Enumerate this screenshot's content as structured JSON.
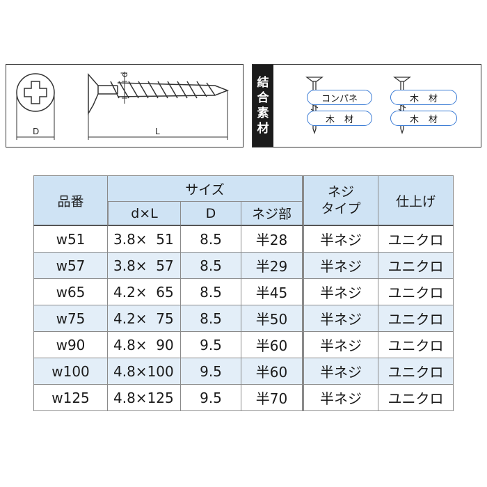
{
  "diagram": {
    "label_d": "d",
    "label_D": "D",
    "label_L": "L"
  },
  "materials": {
    "heading": [
      "結",
      "合",
      "素",
      "材"
    ],
    "left_pair": [
      "コンパネ",
      "木材"
    ],
    "right_pair": [
      "木材",
      "木材"
    ]
  },
  "table": {
    "headers": {
      "product": "品番",
      "size": "サイズ",
      "dxl": "d×L",
      "D": "D",
      "thread": "ネジ部",
      "thread_type": "ネジ\nタイプ",
      "finish": "仕上げ"
    },
    "rows": [
      {
        "id": "w51",
        "dxl": "3.8×  51",
        "D": "8.5",
        "thread": "半28",
        "type": "半ネジ",
        "finish": "ユニクロ"
      },
      {
        "id": "w57",
        "dxl": "3.8×  57",
        "D": "8.5",
        "thread": "半29",
        "type": "半ネジ",
        "finish": "ユニクロ"
      },
      {
        "id": "w65",
        "dxl": "4.2×  65",
        "D": "8.5",
        "thread": "半45",
        "type": "半ネジ",
        "finish": "ユニクロ"
      },
      {
        "id": "w75",
        "dxl": "4.2×  75",
        "D": "8.5",
        "thread": "半50",
        "type": "半ネジ",
        "finish": "ユニクロ"
      },
      {
        "id": "w90",
        "dxl": "4.8×  90",
        "D": "9.5",
        "thread": "半60",
        "type": "半ネジ",
        "finish": "ユニクロ"
      },
      {
        "id": "w100",
        "dxl": "4.8×100",
        "D": "9.5",
        "thread": "半60",
        "type": "半ネジ",
        "finish": "ユニクロ"
      },
      {
        "id": "w125",
        "dxl": "4.8×125",
        "D": "9.5",
        "thread": "半70",
        "type": "半ネジ",
        "finish": "ユニクロ"
      }
    ]
  },
  "colors": {
    "header_bg": "#cfe3f4",
    "stripe_bg": "#e3eef8",
    "pill_border": "#3a7bd5"
  }
}
